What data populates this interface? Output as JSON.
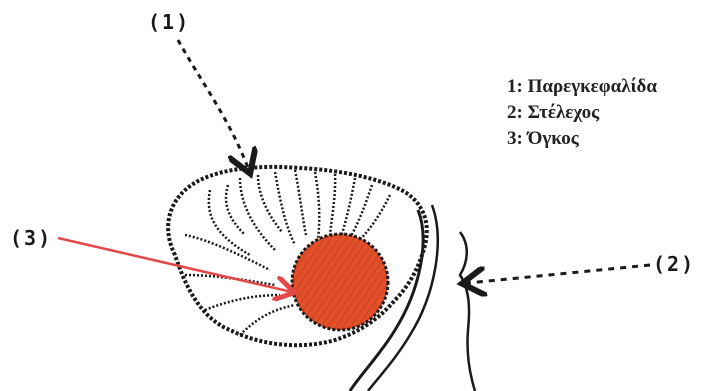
{
  "callouts": {
    "one": "(1)",
    "two": "(2)",
    "three": "(3)"
  },
  "legend": [
    {
      "number": "1:",
      "label": "Παρεγκεφαλίδα"
    },
    {
      "number": "2:",
      "label": "Στέλεχος"
    },
    {
      "number": "3:",
      "label": "Όγκος"
    }
  ],
  "colors": {
    "ink": "#1a1a1a",
    "tumor": "#e2502a",
    "arrow_red": "#e34848"
  }
}
